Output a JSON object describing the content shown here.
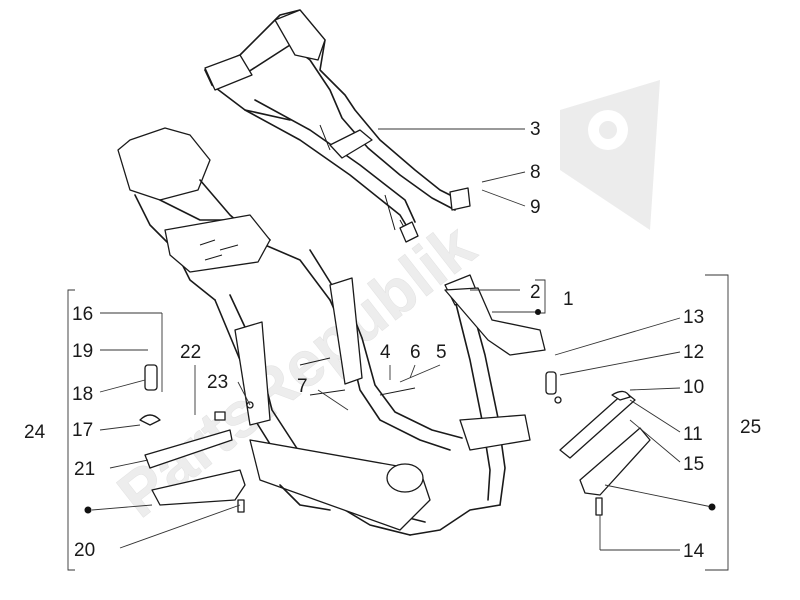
{
  "watermark": {
    "text": "PartsRepublik",
    "icon": "gear-flag-icon"
  },
  "callouts": [
    {
      "id": "c1",
      "label": "1"
    },
    {
      "id": "c2",
      "label": "2"
    },
    {
      "id": "c3",
      "label": "3"
    },
    {
      "id": "c4",
      "label": "4"
    },
    {
      "id": "c5",
      "label": "5"
    },
    {
      "id": "c6",
      "label": "6"
    },
    {
      "id": "c7",
      "label": "7"
    },
    {
      "id": "c8",
      "label": "8"
    },
    {
      "id": "c9",
      "label": "9"
    },
    {
      "id": "c10",
      "label": "10"
    },
    {
      "id": "c11",
      "label": "11"
    },
    {
      "id": "c12",
      "label": "12"
    },
    {
      "id": "c13",
      "label": "13"
    },
    {
      "id": "c14",
      "label": "14"
    },
    {
      "id": "c15",
      "label": "15"
    },
    {
      "id": "c16",
      "label": "16"
    },
    {
      "id": "c17",
      "label": "17"
    },
    {
      "id": "c18",
      "label": "18"
    },
    {
      "id": "c19",
      "label": "19"
    },
    {
      "id": "c20",
      "label": "20"
    },
    {
      "id": "c21",
      "label": "21"
    },
    {
      "id": "c22",
      "label": "22"
    },
    {
      "id": "c23",
      "label": "23"
    },
    {
      "id": "c24",
      "label": "24"
    },
    {
      "id": "c25",
      "label": "25"
    }
  ],
  "colors": {
    "line": "#1a1a1a",
    "watermark": "#ececec",
    "background": "#ffffff"
  }
}
